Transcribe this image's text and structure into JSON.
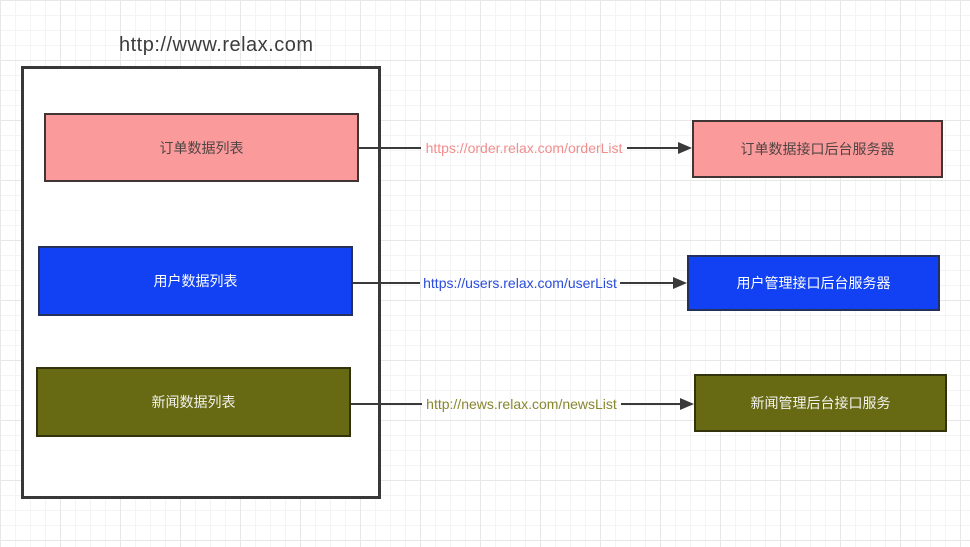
{
  "title": "http://www.relax.com",
  "rows": [
    {
      "id": "order",
      "client_label": "订单数据列表",
      "url": "https://order.relax.com/orderList",
      "server_label": "订单数据接口后台服务器",
      "fill_color": "#fb9a9a",
      "url_color": "#f28d8d",
      "text_color": "#4f4444"
    },
    {
      "id": "user",
      "client_label": "用户数据列表",
      "url": "https://users.relax.com/userList",
      "server_label": "用户管理接口后台服务器",
      "fill_color": "#1141f2",
      "url_color": "#2a4cdc",
      "text_color": "#ffffff"
    },
    {
      "id": "news",
      "client_label": "新闻数据列表",
      "url": "http://news.relax.com/newsList",
      "server_label": "新闻管理后台接口服务",
      "fill_color": "#686a13",
      "url_color": "#87872f",
      "text_color": "#f2f2ec"
    }
  ],
  "canvas": {
    "grid_minor_color": "#f4f4f4",
    "grid_major_color": "#e7e7e7",
    "line_color": "#3a3a3a",
    "container_border_color": "#383838",
    "background_color": "#ffffff"
  }
}
